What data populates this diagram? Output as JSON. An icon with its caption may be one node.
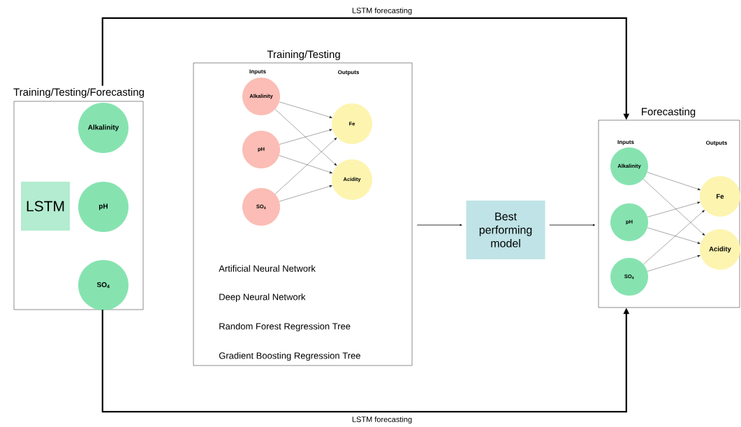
{
  "diagram": {
    "nodes": [
      {
        "text": [
          "Training/Testing/Forecasting"
        ]
      },
      {
        "text": [
          "LSTM"
        ],
        "in": 0
      },
      {
        "text": [
          "Alkalinity"
        ],
        "in": 0
      },
      {
        "text": [
          "pH"
        ],
        "in": 0
      },
      {
        "text": [
          "SO$_{4}$"
        ],
        "in": 0
      },
      {
        "text": [
          "Training/Testing",
          "Inputs",
          "Outputs",
          "Artificial Neural Network",
          "Deep Neural Network",
          "Random Forest Regression Tree",
          "Gradient Boosting Regression Tree"
        ]
      },
      {
        "text": [
          "Alkalinity"
        ],
        "in": 5
      },
      {
        "text": [
          "pH"
        ],
        "in": 5
      },
      {
        "text": [
          "SO$_{4}$"
        ],
        "in": 5
      },
      {
        "text": [
          "Fe"
        ],
        "in": 5
      },
      {
        "text": [
          "Acidity"
        ],
        "in": 5
      },
      {
        "text": [
          "Best performing model"
        ]
      },
      {
        "text": [
          "Forecasting",
          "Inputs",
          "Outputs"
        ]
      },
      {
        "text": [
          "Alkalinity"
        ],
        "in": 12
      },
      {
        "text": [
          "pH"
        ],
        "in": 12
      },
      {
        "text": [
          "SO$_{4}$"
        ],
        "in": 12
      },
      {
        "text": [
          "Fe"
        ],
        "in": 12
      },
      {
        "text": [
          "Acidity"
        ],
        "in": 12
      }
    ],
    "edges": [
      {
        "from": 0,
        "to": 12,
        "arrow": "to",
        "label": "LSTM forecasting",
        "style": "thick"
      },
      {
        "from": 0,
        "to": 12,
        "arrow": "to",
        "label": "LSTM forecasting",
        "style": "thick"
      },
      {
        "from": 5,
        "to": 11,
        "arrow": "to"
      },
      {
        "from": 11,
        "to": 12,
        "arrow": "to"
      },
      {
        "from": 6,
        "to": 9,
        "arrow": "to"
      },
      {
        "from": 6,
        "to": 10,
        "arrow": "to"
      },
      {
        "from": 7,
        "to": 9,
        "arrow": "to"
      },
      {
        "from": 7,
        "to": 10,
        "arrow": "to"
      },
      {
        "from": 8,
        "to": 9,
        "arrow": "to"
      },
      {
        "from": 8,
        "to": 10,
        "arrow": "to"
      },
      {
        "from": 13,
        "to": 16,
        "arrow": "to"
      },
      {
        "from": 13,
        "to": 17,
        "arrow": "to"
      },
      {
        "from": 14,
        "to": 16,
        "arrow": "to"
      },
      {
        "from": 14,
        "to": 17,
        "arrow": "to"
      },
      {
        "from": 15,
        "to": 16,
        "arrow": "to"
      },
      {
        "from": 15,
        "to": 17,
        "arrow": "to"
      }
    ]
  }
}
